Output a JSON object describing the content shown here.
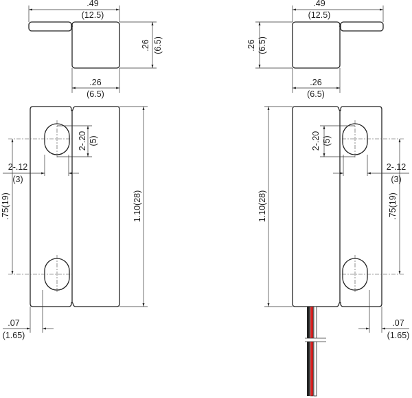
{
  "colors": {
    "outline": "#222222",
    "wire_black": "#222222",
    "wire_red": "#e02020",
    "wire_white": "#ffffff"
  },
  "left_view": {
    "top_width_in": ".49",
    "top_width_mm": "(12.5)",
    "top_height_in": ".26",
    "top_height_mm": "(6.5)",
    "top_depth_in": ".26",
    "top_depth_mm": "(6.5)",
    "slot_width": "2-.20",
    "slot_width_mm": "(5)",
    "slot_length": "2-.12",
    "slot_length_mm": "(3)",
    "hole_spacing": ".75(19)",
    "length": "1.10(28)",
    "offset_in": ".07",
    "offset_mm": "(1.65)"
  },
  "right_view": {
    "top_width_in": ".49",
    "top_width_mm": "(12.5)",
    "top_height_in": ".26",
    "top_height_mm": "(6.5)",
    "top_depth_in": ".26",
    "top_depth_mm": "(6.5)",
    "slot_width": "2-.20",
    "slot_width_mm": "(5)",
    "slot_length": "2-.12",
    "slot_length_mm": "(3)",
    "hole_spacing": ".75(19)",
    "length": "1.10(28)",
    "offset_in": ".07",
    "offset_mm": "(1.65)"
  }
}
